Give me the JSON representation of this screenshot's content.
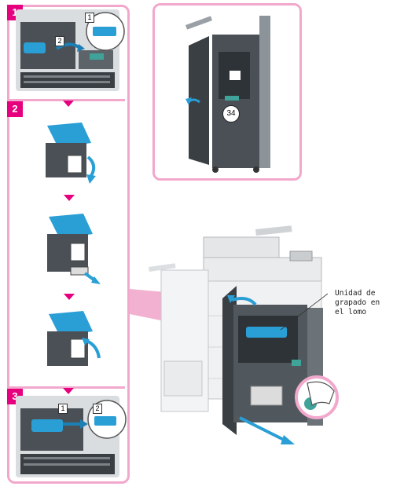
{
  "steps": {
    "step1": "1",
    "step2": "2",
    "step3": "3"
  },
  "callouts": {
    "step1_a": "1",
    "step1_b": "2",
    "step3_a": "1",
    "step3_b": "2",
    "door_part": "34"
  },
  "annotation": {
    "line1": "Unidad de",
    "line2": "grapado en",
    "line3": "el lomo"
  },
  "colors": {
    "accent": "#e6007e",
    "frame": "#f2a8cc",
    "highlight": "#2a9fd6",
    "machine_dark": "#3a3f44"
  }
}
